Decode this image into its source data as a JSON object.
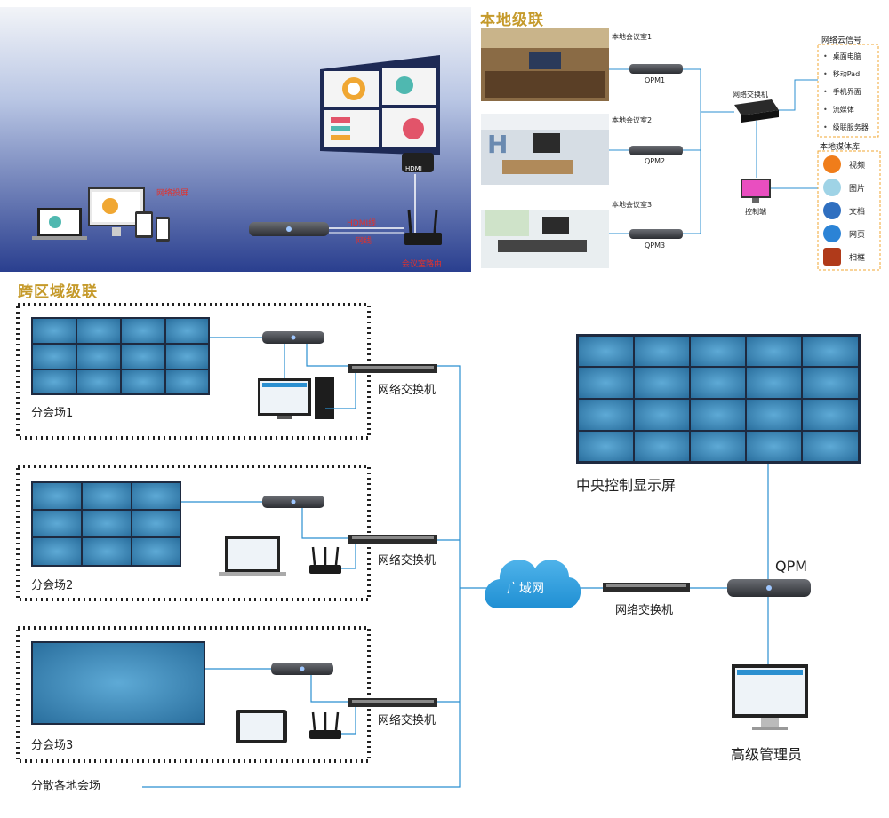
{
  "sections": {
    "local": "本地级联",
    "cross_region": "跨区域级联"
  },
  "banner": {
    "red_label_devices": "网络投屏",
    "red_label_hdmi": "HDMI线",
    "red_label_net": "网线",
    "red_label_router": "会议室路由",
    "hdmi_badge": "HDMI"
  },
  "local": {
    "rooms": [
      {
        "label": "本地会议室1",
        "device": "QPM1"
      },
      {
        "label": "本地会议室2",
        "device": "QPM2"
      },
      {
        "label": "本地会议室3",
        "device": "QPM3"
      }
    ],
    "switch": "网络交换机",
    "control": "控制端",
    "cloud_title": "网络云信号",
    "cloud_items": [
      "桌面电脑",
      "移动Pad",
      "手机界面",
      "流媒体",
      "级联服务器"
    ],
    "media_title": "本地媒体库",
    "media_items": [
      {
        "label": "视频",
        "icon": "video-icon",
        "color": "#f07d1a"
      },
      {
        "label": "图片",
        "icon": "picture-icon",
        "color": "#9fd3e6"
      },
      {
        "label": "文档",
        "icon": "document-icon",
        "color": "#2f6fc0"
      },
      {
        "label": "网页",
        "icon": "web-icon",
        "color": "#2b83d6"
      },
      {
        "label": "相框",
        "icon": "frame-icon",
        "color": "#b03a1a"
      }
    ]
  },
  "cross": {
    "venues": [
      {
        "label": "分会场1",
        "switch": "网络交换机"
      },
      {
        "label": "分会场2",
        "switch": "网络交换机"
      },
      {
        "label": "分会场3",
        "switch": "网络交换机"
      }
    ],
    "scattered": "分散各地会场",
    "wan": "广域网",
    "wan_switch": "网络交换机",
    "central_screen": "中央控制显示屏",
    "qpm": "QPM",
    "admin": "高级管理员"
  },
  "colors": {
    "accent_title": "#c59a2b",
    "line": "#2b8fd0",
    "panel": "#3f8fc0",
    "red": "#e3312b"
  }
}
